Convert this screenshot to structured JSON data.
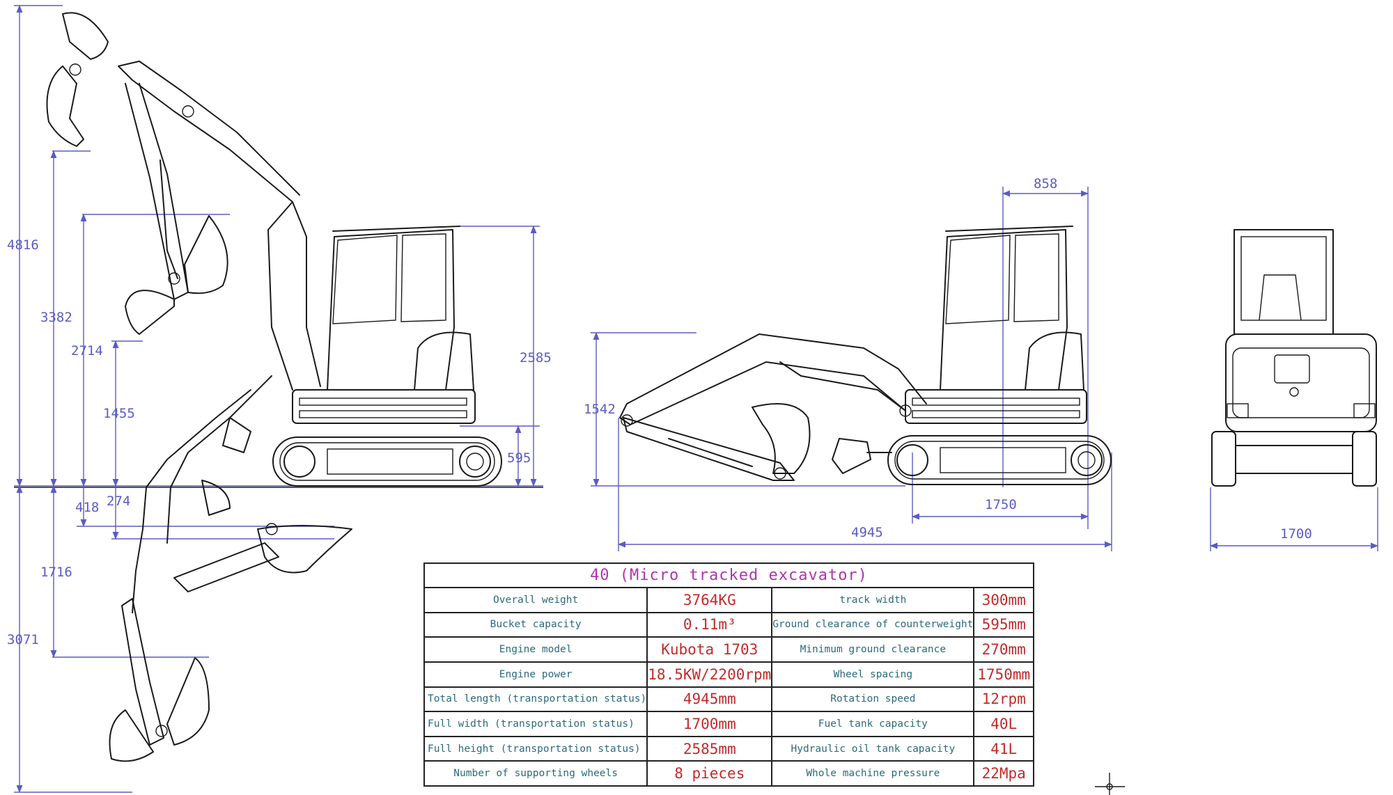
{
  "dimensions": {
    "d4816": "4816",
    "d3382": "3382",
    "d2714": "2714",
    "d1455": "1455",
    "d418": "418",
    "d274": "274",
    "d1716": "1716",
    "d3071": "3071",
    "d2585": "2585",
    "d595": "595",
    "d858": "858",
    "d1542": "1542",
    "d1750": "1750",
    "d4945": "4945",
    "d1700": "1700"
  },
  "table": {
    "title": "40 (Micro tracked excavator)",
    "rows": [
      {
        "label1": "Overall weight",
        "value1": "3764KG",
        "label2": "track width",
        "value2": "300mm"
      },
      {
        "label1": "Bucket capacity",
        "value1": "0.11m³",
        "label2": "Ground clearance of counterweight",
        "value2": "595mm"
      },
      {
        "label1": "Engine model",
        "value1": "Kubota 1703",
        "label2": "Minimum ground clearance",
        "value2": "270mm"
      },
      {
        "label1": "Engine power",
        "value1": "18.5KW/2200rpm",
        "label2": "Wheel spacing",
        "value2": "1750mm"
      },
      {
        "label1": "Total length (transportation status)",
        "value1": "4945mm",
        "label2": "Rotation speed",
        "value2": "12rpm"
      },
      {
        "label1": "Full width (transportation status)",
        "value1": "1700mm",
        "label2": "Fuel tank capacity",
        "value2": "40L"
      },
      {
        "label1": "Full height (transportation status)",
        "value1": "2585mm",
        "label2": "Hydraulic oil tank capacity",
        "value2": "41L"
      },
      {
        "label1": "Number of supporting wheels",
        "value1": "8 pieces",
        "label2": "Whole machine pressure",
        "value2": "22Mpa"
      }
    ]
  },
  "colors": {
    "dimension": "#5b5bc4",
    "title": "#b033b0",
    "label": "#2b6a7a",
    "value": "#c22a2a",
    "line": "#1a1a1a"
  }
}
